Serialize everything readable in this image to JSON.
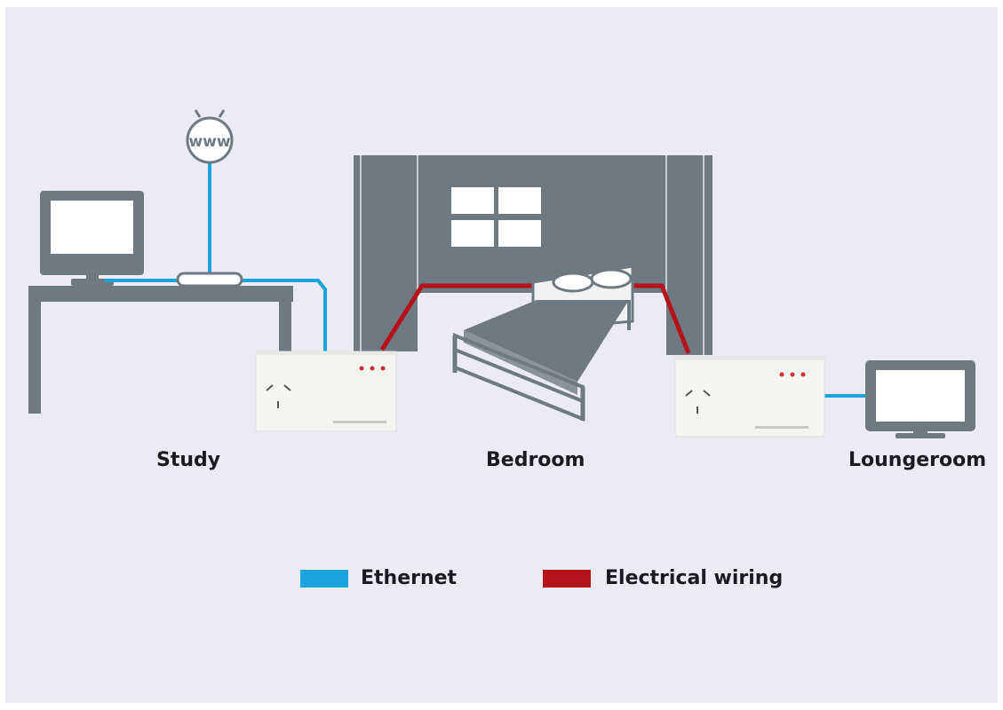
{
  "rooms": {
    "study": "Study",
    "bedroom": "Bedroom",
    "loungeroom": "Loungeroom"
  },
  "internet": {
    "label": "www"
  },
  "legend": {
    "ethernet": {
      "label": "Ethernet",
      "color": "#1aa3dc"
    },
    "electrical": {
      "label": "Electrical wiring",
      "color": "#b5121b"
    }
  },
  "colors": {
    "background": "#ecebf3",
    "furniture": "#6f7982",
    "adapter": "#f4f4f1"
  }
}
